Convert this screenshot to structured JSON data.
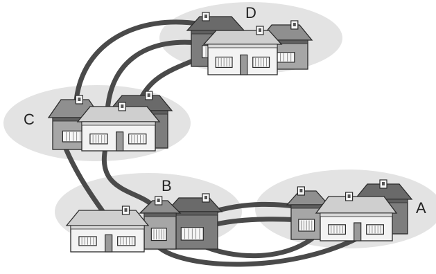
{
  "diagram": {
    "watermark_text": "",
    "clusters": [
      {
        "id": "A",
        "label": "A"
      },
      {
        "id": "B",
        "label": "B"
      },
      {
        "id": "C",
        "label": "C"
      },
      {
        "id": "D",
        "label": "D"
      }
    ],
    "links": [
      {
        "from": "C",
        "to": "D"
      },
      {
        "from": "C",
        "to": "D"
      },
      {
        "from": "C",
        "to": "D"
      },
      {
        "from": "C",
        "to": "B"
      },
      {
        "from": "C",
        "to": "B"
      },
      {
        "from": "B",
        "to": "A"
      },
      {
        "from": "B",
        "to": "A"
      },
      {
        "from": "B",
        "to": "A"
      },
      {
        "from": "B",
        "to": "A"
      }
    ]
  },
  "colors": {
    "ellipse": "#e3e3e3",
    "cable": "#4a4a4a",
    "dark_house": "#7d7d7d",
    "mid_house": "#a6a6a6",
    "light_house": "#f3f3f3",
    "outline": "#2a2a2a"
  }
}
